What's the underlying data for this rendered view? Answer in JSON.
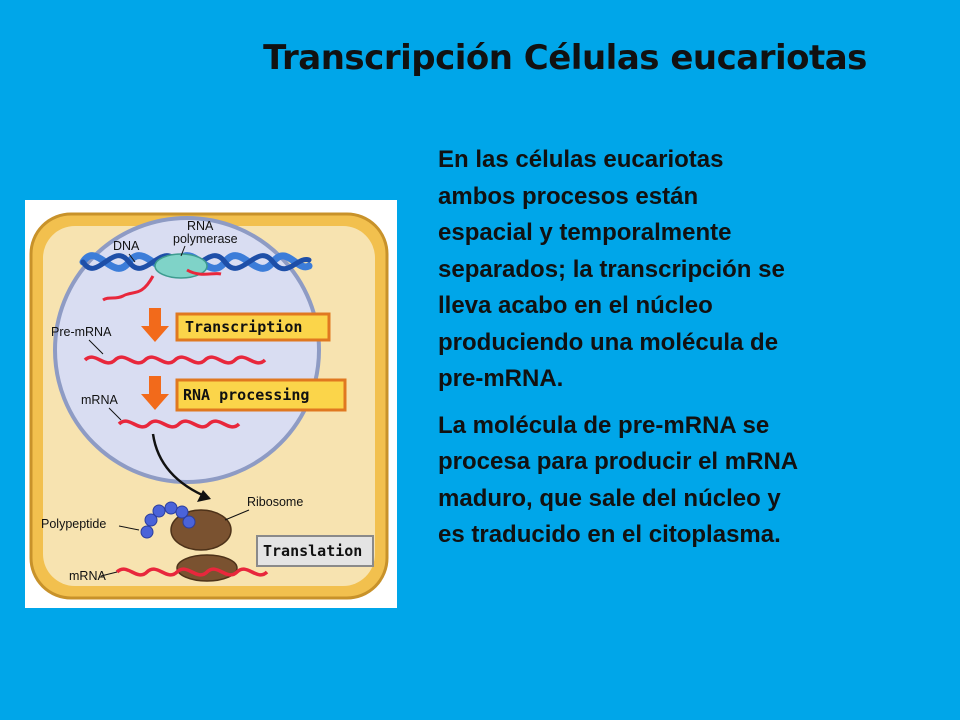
{
  "title": "Transcripción Células eucariotas",
  "paragraphs": [
    "En las células eucariotas\nambos procesos están\nespacial y temporalmente\nseparados; la transcripción se\nlleva acabo en el núcleo\nproduciendo una molécula de\npre-mRNA.",
    "La molécula de pre-mRNA se\nprocesa para producir el mRNA\nmaduro, que sale del núcleo y\nes traducido en el citoplasma."
  ],
  "diagram": {
    "labels": {
      "rna_polymerase_line1": "RNA",
      "rna_polymerase_line2": "polymerase",
      "dna": "DNA",
      "pre_mrna": "Pre-mRNA",
      "mrna_nucleus": "mRNA",
      "ribosome": "Ribosome",
      "polypeptide": "Polypeptide",
      "mrna_cytoplasm": "mRNA"
    },
    "steps": {
      "transcription": "Transcription",
      "rna_processing": "RNA processing",
      "translation": "Translation"
    },
    "colors": {
      "background": "#00A6E9",
      "cell": "#F2C04E",
      "cytoplasm": "#F7E3B0",
      "nucleus": "#D9DDF2",
      "dna": "#3C7DD9",
      "rna": "#E8273C",
      "arrow": "#F26A1B",
      "ribosome": "#7A5230",
      "polypeptide": "#4A63D9"
    }
  }
}
